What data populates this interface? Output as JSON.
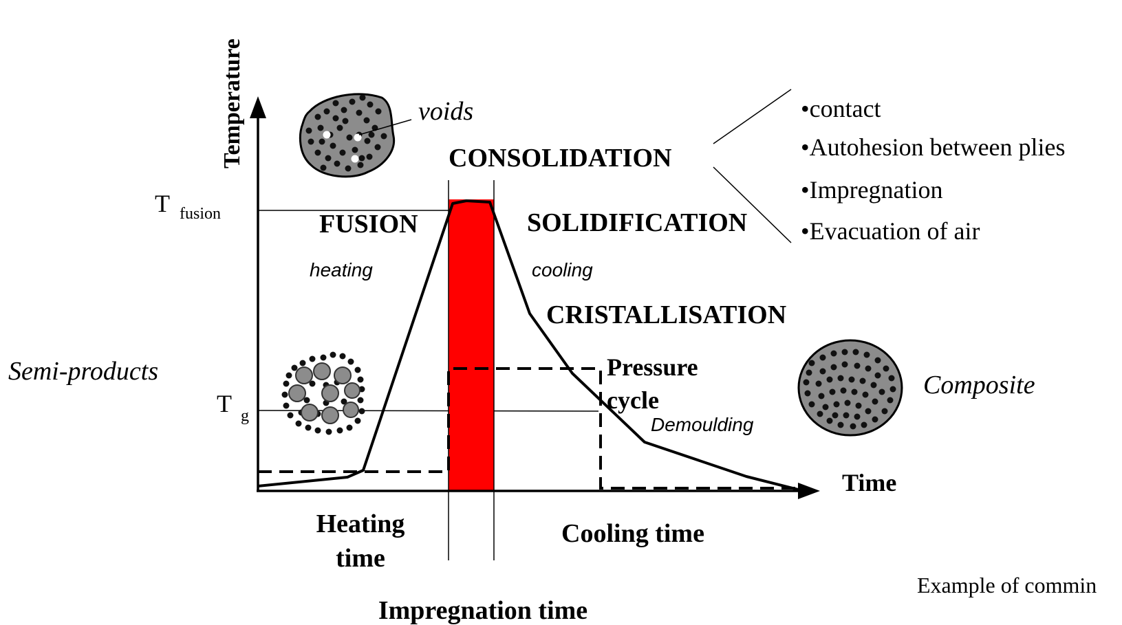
{
  "axes": {
    "y_label": "Temperature",
    "x_label": "Time",
    "t_fusion_main": "T",
    "t_fusion_sub": "fusion",
    "t_g_main": "T",
    "t_g_sub": "g"
  },
  "stages": {
    "consolidation": "CONSOLIDATION",
    "fusion": "FUSION",
    "solidification": "SOLIDIFICATION",
    "cristallisation": "CRISTALLISATION",
    "heating": "heating",
    "cooling": "cooling",
    "demoulding": "Demoulding",
    "pressure_line1": "Pressure",
    "pressure_line2": "cycle"
  },
  "consolidation_items": [
    "•contact",
    "•Autohesion between plies",
    "•Impregnation",
    "•Evacuation of air"
  ],
  "materials": {
    "voids": "voids",
    "semi_products": "Semi-products",
    "composite": "Composite"
  },
  "time_labels": {
    "heating_line1": "Heating",
    "heating_line2": "time",
    "cooling": "Cooling time",
    "impregnation": "Impregnation time"
  },
  "caption": "Example of commin",
  "colors": {
    "impregnation_zone": "#ff0000",
    "curve": "#000000",
    "particle_fill": "#8c8c8c"
  }
}
